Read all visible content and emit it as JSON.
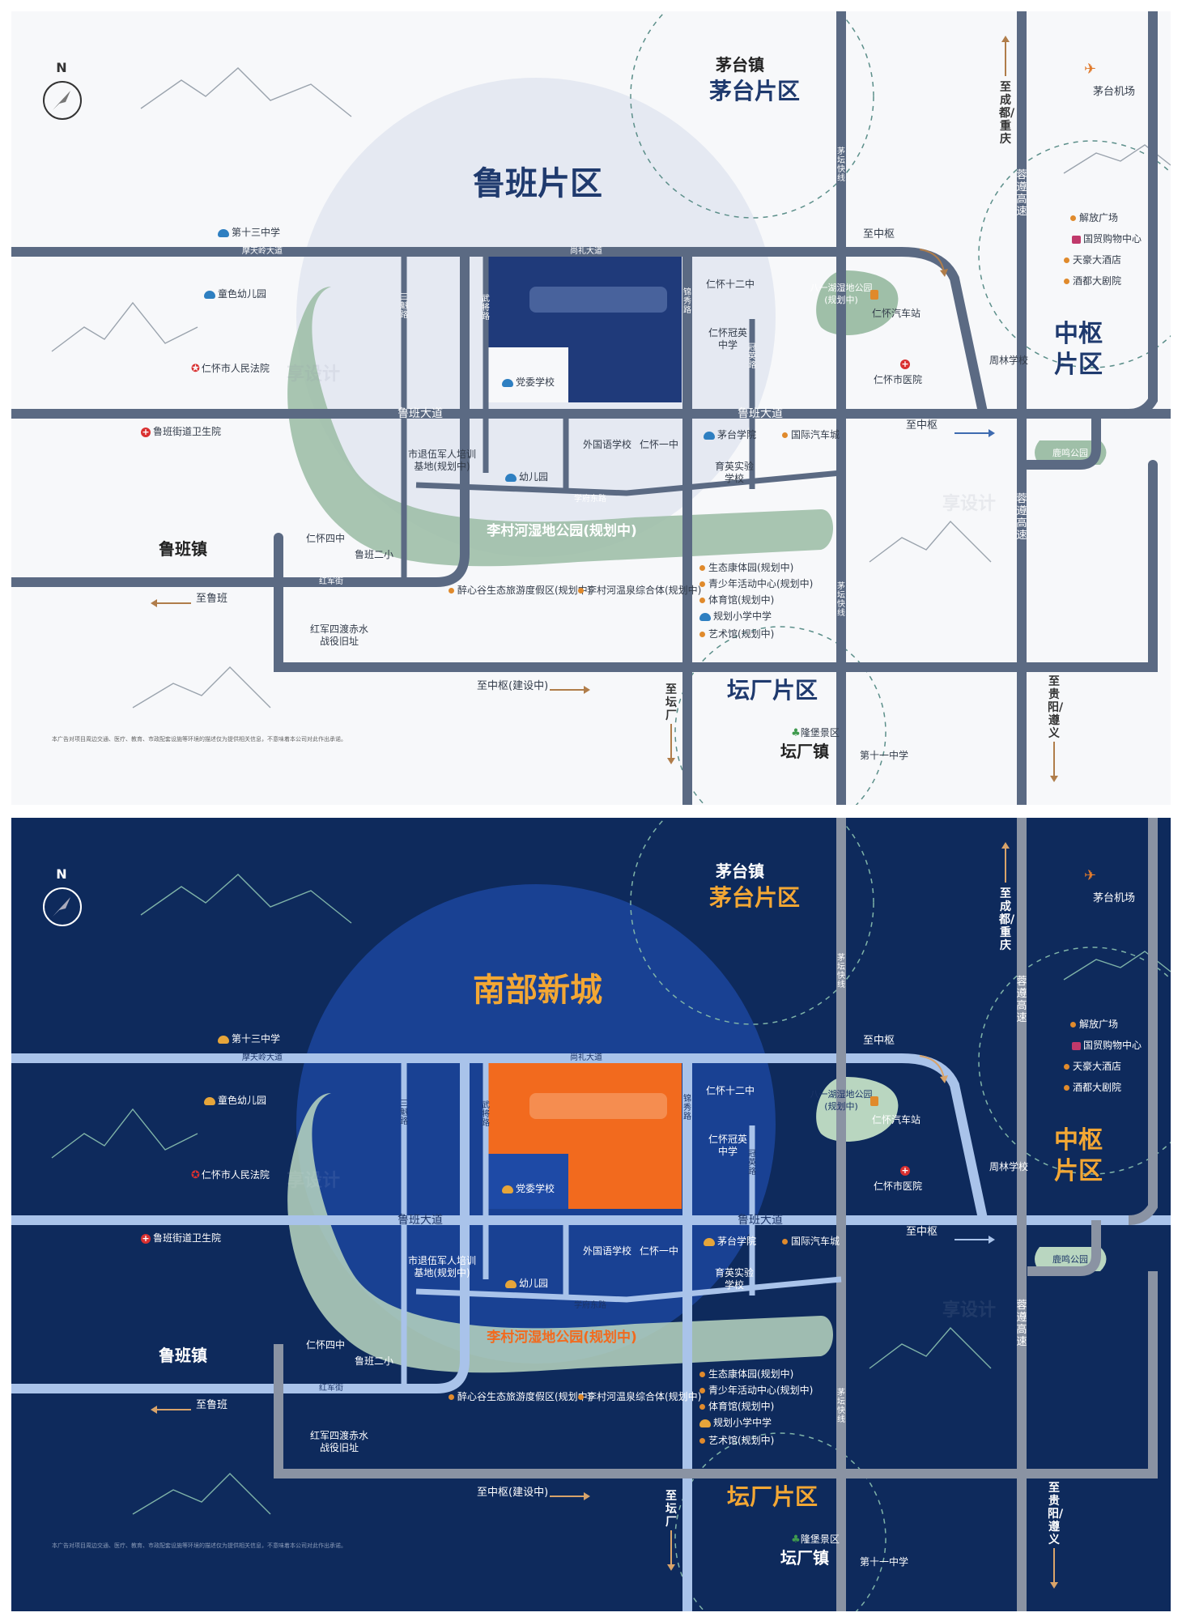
{
  "north_label": "N",
  "watermark_text": "享设计",
  "colors": {
    "light_bg": "#f7f8fa",
    "dark_bg": "#0e2a5c",
    "light_road": "#5b6a83",
    "dark_road": "#a9c3ea",
    "light_accent_block": "#1f3a7a",
    "dark_accent_block": "#f26a1e",
    "wetland": "#9fbfa8",
    "gold": "#f3a734"
  },
  "roads": {
    "motianling": "摩天岭大道",
    "shangli": "尚礼大道",
    "luban_avenue": "鲁班大道",
    "xuefu_east": "学府东路",
    "hongjun": "红军街",
    "sankui": "三魁路",
    "wujiang": "武将路",
    "jinxiu": "锦秀路",
    "guanying": "冠英路",
    "maotan_express": "茅坛快线",
    "rongzun_high": "蓉遵高速"
  },
  "directions": {
    "to_zhongshu": "至中枢",
    "to_luban": "至鲁班",
    "to_zhongshu_jianshe": "至中枢(建设中)",
    "to_tanchang": "至坛厂",
    "to_chengdu_chongqing": "至成都/重庆",
    "to_guiyang_zunyi": "至贵阳/遵义"
  },
  "districts": {
    "maotai_town": "茅台镇",
    "maotai_zone": "茅台片区",
    "zhongshu_zone": "中枢片区",
    "tanchang_zone": "坛厂片区",
    "tanchang_town": "坛厂镇",
    "luban_town": "鲁班镇",
    "maotai_airport": "茅台机场"
  },
  "light": {
    "zone_title": "鲁班片区",
    "wetland_park": "李村河湿地公园(规划中)"
  },
  "dark": {
    "zone_title": "南部新城",
    "wetland_park": "李村河湿地公园(规划中)"
  },
  "pois": {
    "school_13": "第十三中学",
    "tongse_kindergarten": "童色幼儿园",
    "court": "仁怀市人民法院",
    "health_center": "鲁班街道卫生院",
    "party_school": "党委学校",
    "veteran_base": "市退伍军人培训基地(规划中)",
    "kindergarten": "幼儿园",
    "foreign_school": "外国语学校",
    "renhuai_1": "仁怀一中",
    "renhuai_4": "仁怀四中",
    "luban_2": "鲁班二小",
    "renhuai_12": "仁怀十二中",
    "guanying_school": "仁怀冠英中学",
    "maotai_college": "茅台学院",
    "yuying_school": "育英实验学校",
    "intl_auto": "国际汽车城",
    "bayi_park": "八一湖湿地公园(规划中)",
    "bus_station": "仁怀汽车站",
    "hospital": "仁怀市医院",
    "zhoulin_school": "周林学校",
    "luming_park": "鹿鸣公园",
    "jiefang_square": "解放广场",
    "guomao_mall": "国贸购物中心",
    "tianhao_hotel": "天豪大酒店",
    "jiudu_theater": "酒都大剧院",
    "zuixingu": "醉心谷生态旅游度假区(规划中)",
    "licun_spa": "李村河温泉综合体(规划中)",
    "ecology_park": "生态康体园(规划中)",
    "youth_center": "青少年活动中心(规划中)",
    "stadium": "体育馆(规划中)",
    "planned_school": "规划小学中学",
    "art_hall": "艺术馆(规划中)",
    "longbao": "隆堡景区",
    "school_11": "第十一中学",
    "hongjun_site": "红军四渡赤水战役旧址"
  },
  "disclaimer": "本广告对项目周边交通、医疗、教育、市政配套设施等环境的描述仅为提供相关信息，不意味着本公司对此作出承诺。"
}
